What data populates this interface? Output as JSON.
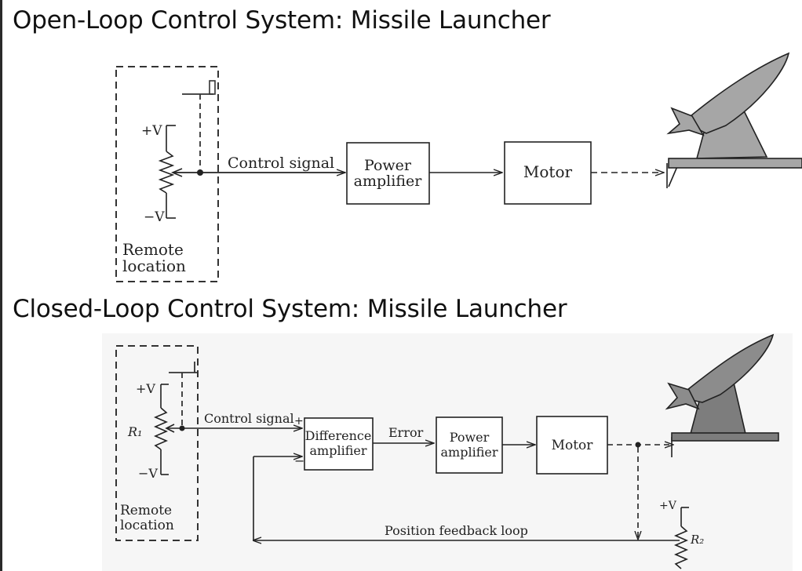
{
  "open_loop": {
    "title": "Open-Loop Control System: Missile Launcher",
    "pot_plus": "+V",
    "pot_minus": "−V",
    "remote_line1": "Remote",
    "remote_line2": "location",
    "control_signal": "Control signal",
    "power_amp_line1": "Power",
    "power_amp_line2": "amplifier",
    "motor": "Motor"
  },
  "closed_loop": {
    "title": "Closed-Loop Control System: Missile Launcher",
    "pot_plus": "+V",
    "pot_minus": "−V",
    "r1": "R₁",
    "remote_line1": "Remote",
    "remote_line2": "location",
    "control_signal": "Control signal",
    "plus_sign": "+",
    "minus_sign": "−",
    "diff_amp_line1": "Difference",
    "diff_amp_line2": "amplifier",
    "error": "Error",
    "power_amp_line1": "Power",
    "power_amp_line2": "amplifier",
    "motor": "Motor",
    "feedback": "Position feedback loop",
    "r2_plus": "+V",
    "r2": "R₂"
  },
  "colors": {
    "launcher_fill": "#a6a6a6",
    "launcher_fill_dark": "#7d7d7d",
    "line": "#222222",
    "photo_tint": "#f6f6f6"
  }
}
